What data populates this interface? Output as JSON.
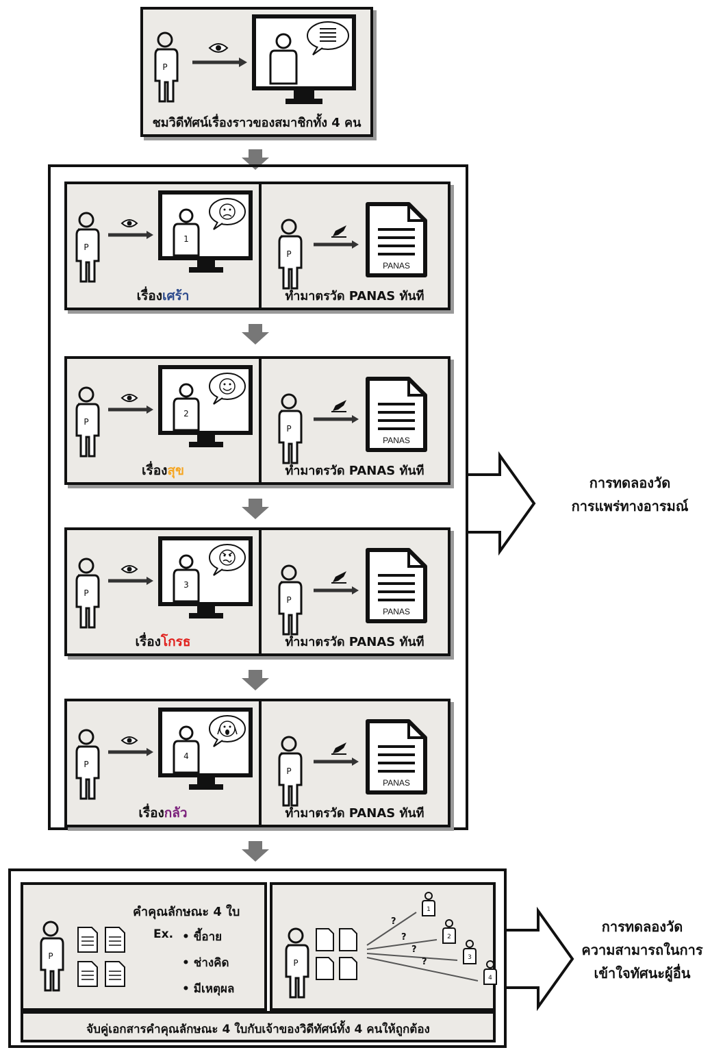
{
  "intro": {
    "caption": "ชมวิดีทัศน์เรื่องราวของสมาชิกทั้ง 4 คน"
  },
  "stories": [
    {
      "prefix": "เรื่อง",
      "emotion": "เศร้า",
      "color": "#2c4a8c",
      "member": "1",
      "face": "sad",
      "measure": "ทำมาตรวัด PANAS ทันที",
      "sheet": "PANAS"
    },
    {
      "prefix": "เรื่อง",
      "emotion": "สุข",
      "color": "#f5a623",
      "member": "2",
      "face": "happy",
      "measure": "ทำมาตรวัด PANAS ทันที",
      "sheet": "PANAS"
    },
    {
      "prefix": "เรื่อง",
      "emotion": "โกรธ",
      "color": "#e0201c",
      "member": "3",
      "face": "angry",
      "measure": "ทำมาตรวัด PANAS ทันที",
      "sheet": "PANAS"
    },
    {
      "prefix": "เรื่อง",
      "emotion": "กลัว",
      "color": "#7a1f7a",
      "member": "4",
      "face": "scared",
      "measure": "ทำมาตรวัด PANAS ทันที",
      "sheet": "PANAS"
    }
  ],
  "side_top": {
    "line1": "การทดลองวัด",
    "line2": "การแพร่ทางอารมณ์"
  },
  "bottom": {
    "title": "คำคุณลักษณะ 4 ใบ",
    "ex": "Ex.",
    "bullets": [
      "ขี้อาย",
      "ช่างคิด",
      "มีเหตุผล"
    ],
    "caption": "จับคู่เอกสารคำคุณลักษณะ 4 ใบกับเจ้าของวิดีทัศน์ทั้ง 4 คนให้ถูกต้อง",
    "question_mark": "?",
    "members": [
      "1",
      "2",
      "3",
      "4"
    ]
  },
  "side_bottom": {
    "line1": "การทดลองวัด",
    "line2": "ความสามารถในการ",
    "line3": "เข้าใจทัศนะผู้อื่น"
  },
  "person_mark": "P"
}
